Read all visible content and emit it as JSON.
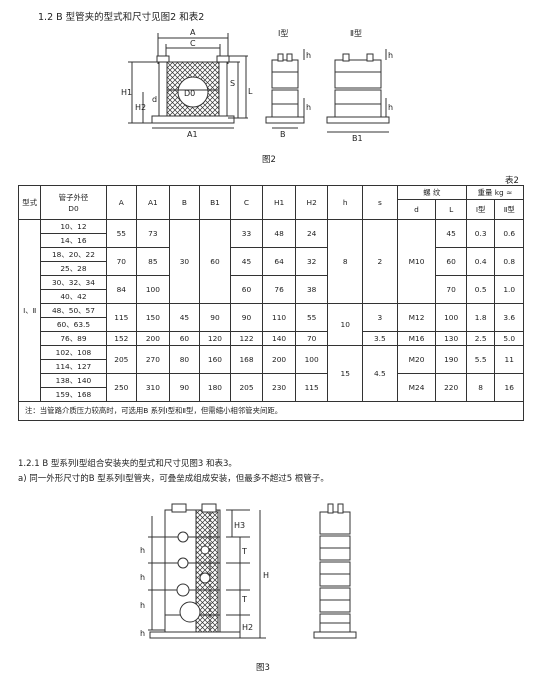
{
  "section_1_2": {
    "title": "1.2 B 型管夹的型式和尺寸见图2 和表2",
    "fig2_labels": {
      "A": "A",
      "C": "C",
      "H1": "H1",
      "H2": "H2",
      "d": "d",
      "D0": "D0",
      "S": "S",
      "L": "L",
      "A1": "A1",
      "h": "h",
      "B": "B",
      "B1": "B1",
      "type1": "Ⅰ型",
      "type2": "Ⅱ型"
    },
    "fig2_caption": "图2"
  },
  "table2": {
    "label": "表2",
    "header": {
      "type": "型式",
      "pipe_od": "管子外径",
      "pipe_od_sub": "D0",
      "A": "A",
      "A1": "A1",
      "B": "B",
      "B1": "B1",
      "C": "C",
      "H1": "H1",
      "H2": "H2",
      "h": "h",
      "s": "s",
      "bolt": "螺 纹",
      "d": "d",
      "L": "L",
      "weight": "重量 kg ≈",
      "w1": "Ⅰ型",
      "w2": "Ⅱ型"
    },
    "type_value": "Ⅰ、Ⅱ",
    "od_rows": [
      "10、12",
      "14、16",
      "18、20、22",
      "25、28",
      "30、32、34",
      "40、42",
      "48、50、57",
      "60、63.5",
      "76、89",
      "102、108",
      "114、127",
      "138、140",
      "159、168"
    ],
    "groups": [
      {
        "A": "55",
        "A1": "73",
        "C": "33",
        "H1": "48",
        "H2": "24",
        "L": "45",
        "w1": "0.3",
        "w2": "0.6"
      },
      {
        "A": "70",
        "A1": "85",
        "C": "45",
        "H1": "64",
        "H2": "32",
        "L": "60",
        "w1": "0.4",
        "w2": "0.8"
      },
      {
        "A": "84",
        "A1": "100",
        "C": "60",
        "H1": "76",
        "H2": "38",
        "L": "70",
        "w1": "0.5",
        "w2": "1.0"
      },
      {
        "A": "115",
        "A1": "150",
        "B": "45",
        "B1": "90",
        "C": "90",
        "H1": "110",
        "H2": "55",
        "s": "3",
        "d": "M12",
        "L": "100",
        "w1": "1.8",
        "w2": "3.6"
      },
      {
        "A": "152",
        "A1": "200",
        "B": "60",
        "B1": "120",
        "C": "122",
        "H1": "140",
        "H2": "70",
        "s": "3.5",
        "d": "M16",
        "L": "130",
        "w1": "2.5",
        "w2": "5.0"
      },
      {
        "A": "205",
        "A1": "270",
        "B": "80",
        "B1": "160",
        "C": "168",
        "H1": "200",
        "H2": "100",
        "d": "M20",
        "L": "190",
        "w1": "5.5",
        "w2": "11"
      },
      {
        "A": "250",
        "A1": "310",
        "B": "90",
        "B1": "180",
        "C": "205",
        "H1": "230",
        "H2": "115",
        "d": "M24",
        "L": "220",
        "w1": "8",
        "w2": "16"
      }
    ],
    "merged": {
      "B_top": "30",
      "B1_top": "60",
      "h_top": "8",
      "s_top": "2",
      "d_top": "M10",
      "h_mid": "10",
      "h_bot": "15",
      "s_bot": "4.5"
    },
    "note": "注：当管路介质压力较高时，可选用B 系列Ⅰ型和Ⅱ型，但需缩小相邻管夹间距。"
  },
  "section_1_2_1": {
    "title": "1.2.1 B 型系列Ⅰ型组合安装夹的型式和尺寸见图3 和表3。",
    "item_a": "a) 同一外形尺寸的B 型系列Ⅰ型管夹，可叠垒成组成安装，但最多不超过5 根管子。",
    "fig3_labels": {
      "H3": "H3",
      "T": "T",
      "H": "H",
      "H2": "H2",
      "h": "h"
    },
    "fig3_caption": "图3"
  }
}
